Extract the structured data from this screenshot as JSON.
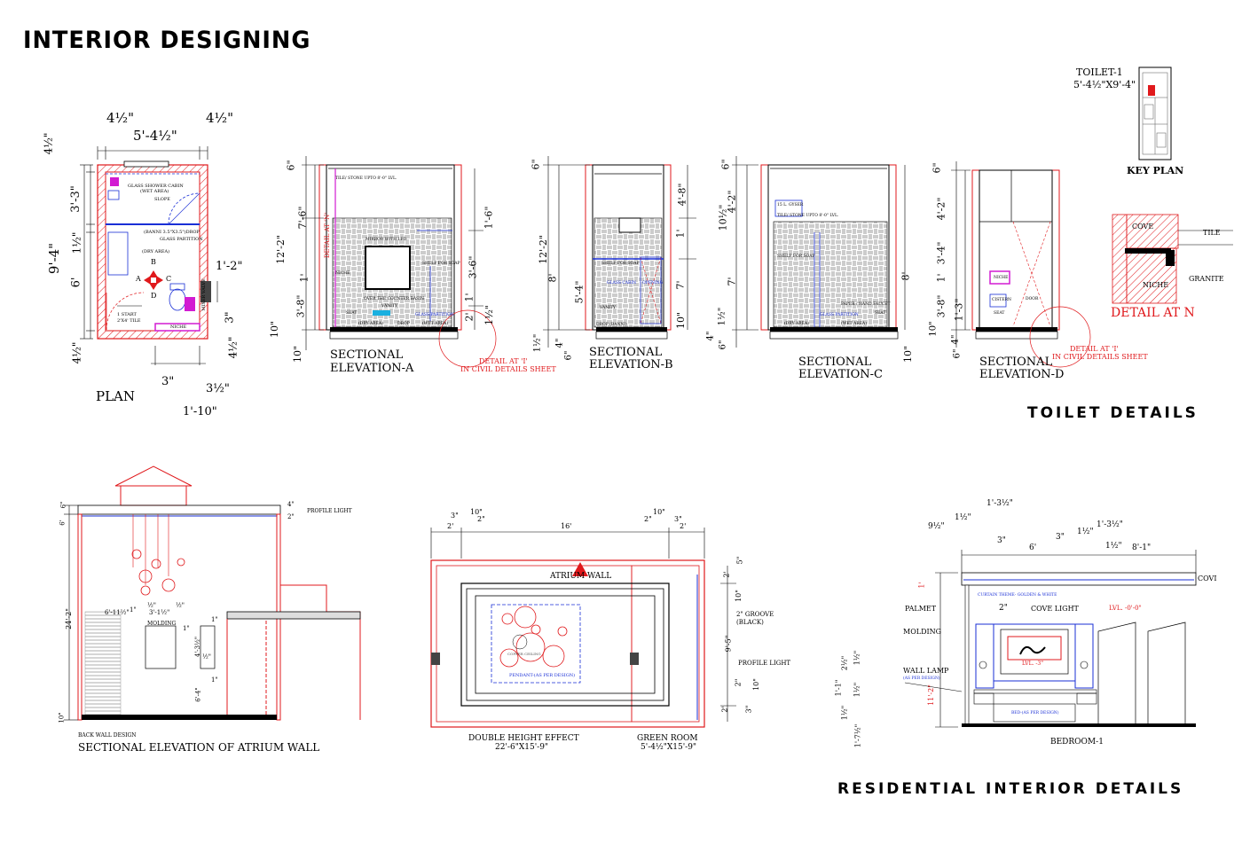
{
  "header": {
    "title": "INTERIOR DESIGNING"
  },
  "sections": {
    "toilet_details": "TOILET DETAILS",
    "residential_details": "RESIDENTIAL INTERIOR DETAILS"
  },
  "key_plan": {
    "name": "TOILET-1",
    "size": "5'-4½\"X9'-4\"",
    "label": "KEY PLAN"
  },
  "plan": {
    "title": "PLAN",
    "dims": {
      "top_left": "4½\"",
      "top_mid": "5'-4½\"",
      "top_right": "4½\"",
      "left_outer": "9'-4\"",
      "left_a": "4½\"",
      "left_b": "3'-3\"",
      "left_c": "1½\"",
      "left_d": "6'",
      "left_e": "4½\"",
      "right_a": "1'-2\"",
      "right_b": "3\"",
      "right_c": "4½\"",
      "bottom_a": "3\"",
      "bottom_b": "3½\"",
      "bottom_total": "1'-10\""
    },
    "notes": {
      "shower": "GLASS SHOWER CABIN",
      "wet": "(WET AREA)",
      "slope": "SLOPE",
      "banni": "(BANNI 3.5\"X3.5\")DROP",
      "partition": "GLASS PARTITION",
      "dry": "(DRY AREA)",
      "start": "1 START",
      "tile": "2'X4' TILE",
      "niche": "NICHE",
      "mixer": "MIXER VALVE",
      "a": "A",
      "b": "B",
      "c": "C",
      "d": "D"
    }
  },
  "elev_a": {
    "title1": "SECTIONAL",
    "title2": "ELEVATION-A",
    "dims": [
      "6\"",
      "7'-6\"",
      "12'-2\"",
      "1'",
      "3'-8\"",
      "10\"",
      "10\"",
      "1'-6\"",
      "3'-6\"",
      "1'",
      "2'",
      "1½\""
    ],
    "detail_n": "DETAIL AT 'N'",
    "notes": {
      "tile": "TILE/ STONE UPTO 8'-0\" LVL.",
      "mirror": "MIRROR WITH LED",
      "shelf": "SHELF FOR SOAP",
      "counter": "OVER THE COUNTER BASIN",
      "vanity": "VANITY",
      "seat": "SEAT",
      "glass": "GLASS PARTITION",
      "dry": "(DRY AREA)",
      "drop": "DROP",
      "wet": "(WET AREA)",
      "niche": "NICHE"
    },
    "callout1": "DETAIL AT 'I'",
    "callout2": "IN CIVIL DETAILS SHEET"
  },
  "elev_b": {
    "title1": "SECTIONAL",
    "title2": "ELEVATION-B",
    "dims": [
      "6\"",
      "12'-2\"",
      "8'",
      "5'-4\"",
      "1½\"",
      "4\"",
      "6\"",
      "4'-8\"",
      "1'",
      "7'",
      "10\""
    ],
    "notes": {
      "shelf": "SHELF FOR SOAP",
      "cabin": "GLASS CABIN",
      "opening": "OPENING",
      "vanity": "VANITY",
      "drop": "DROP (BANNI)"
    }
  },
  "elev_c": {
    "title1": "SECTIONAL",
    "title2": "ELEVATION-C",
    "dims": [
      "6\"",
      "10½\"",
      "4'-2\"",
      "7'",
      "1½\"",
      "4\"",
      "6\"",
      "8'",
      "10\""
    ],
    "notes": {
      "geyser": "15 L. GYSER",
      "tile": "TILE/ STONE UPTO 8'-0\" LVL.",
      "shelf": "SHELF FOR SOAP",
      "faucet": "PAPER / HAND FAUCET",
      "seat": "SEAT",
      "glass": "GLASS PARTITION",
      "dry": "(DRY AREA)",
      "wet": "(WET AREA)"
    }
  },
  "elev_d": {
    "title1": "SECTIONAL",
    "title2": "ELEVATION-D",
    "dims": [
      "6\"",
      "4'-2\"",
      "3'-4\"",
      "1'",
      "3'-8\"",
      "1'-3\"",
      "10\"",
      "4\"",
      "6\""
    ],
    "notes": {
      "niche": "NICHE",
      "cistern": "CISTERN",
      "seat": "SEAT",
      "door": "DOOR"
    },
    "callout1": "DETAIL AT 'I'",
    "callout2": "IN CIVIL DETAILS SHEET"
  },
  "detail_n": {
    "cove": "COVE",
    "tile": "TILE",
    "granite": "GRANITE",
    "niche": "NICHE",
    "title": "DETAIL AT N"
  },
  "atrium": {
    "title": "SECTIONAL ELEVATION OF ATRIUM WALL",
    "subtitle": "BACK WALL DESIGN",
    "profile": "PROFILE LIGHT",
    "molding": "MOLDING",
    "dims": [
      "6\"",
      "6'",
      "24'-2\"",
      "10\"",
      "4\"",
      "2\"",
      "6'-11½\"",
      "1\"",
      "½\"",
      "3'-1½\"",
      "½\"",
      "1\"",
      "1\"",
      "4'-3½\"",
      "½\"",
      "1\"",
      "6'-4\""
    ]
  },
  "double": {
    "title": "DOUBLE HEIGHT EFFECT",
    "size": "22'-6\"X15'-9\"",
    "green": "GREEN ROOM",
    "green_size": "5'-4½\"X15'-9\"",
    "atrium": "ATRIUM WALL",
    "pendant": "PENDANT-(AS PER DESIGN)",
    "groove1": "2\" GROOVE",
    "groove2": "(BLACK)",
    "profile": "PROFILE LIGHT",
    "coffer": "COFFER CEILING",
    "dims": [
      "3\"",
      "10\"",
      "2'",
      "2\"",
      "16'",
      "2\"",
      "10\"",
      "3\"",
      "2'",
      "5\"",
      "2'",
      "10\"",
      "9'-5\"",
      "2\"",
      "10\"",
      "2'",
      "3\""
    ]
  },
  "bedroom": {
    "title": "BEDROOM-1",
    "covi": "COVI",
    "curtain": "CURTAIN THEME- GOLDEN & WHITE",
    "cove": "COVE LIGHT",
    "lvl0": "LVL. -0'-0\"",
    "palmet": "PALMET",
    "molding": "MOLDING",
    "wall_lamp": "WALL LAMP",
    "as_per": "(AS PER DESIGN)",
    "lvl3": "LVL. -3\"",
    "bed": "BED-(AS PER DESIGN)",
    "dims": [
      "9½\"",
      "1½\"",
      "1'-3½\"",
      "3\"",
      "6'",
      "3\"",
      "1½\"",
      "1'-3½\"",
      "1½\"",
      "8'-1\"",
      "2\"",
      "2½\"",
      "1½\"",
      "1'-1\"",
      "1½\"",
      "1½\"",
      "1'-7½\"",
      "11'-2\"",
      "1'"
    ]
  },
  "colors": {
    "red": "#e0191c",
    "blue": "#1a2fd6",
    "magenta": "#d21bd2",
    "black": "#000000"
  }
}
